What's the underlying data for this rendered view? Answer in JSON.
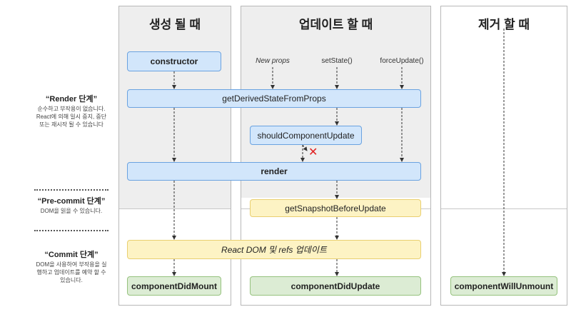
{
  "columns": {
    "mount": "생성 될 때",
    "update": "업데이트 할 때",
    "unmount": "제거 할 때"
  },
  "triggers": {
    "new_props": "New props",
    "set_state": "setState()",
    "force_update": "forceUpdate()"
  },
  "methods": {
    "constructor": "constructor",
    "get_derived": "getDerivedStateFromProps",
    "should_update": "shouldComponentUpdate",
    "render": "render",
    "get_snapshot": "getSnapshotBeforeUpdate",
    "react_dom": "React DOM 및 refs 업데이트",
    "did_mount": "componentDidMount",
    "did_update": "componentDidUpdate",
    "will_unmount": "componentWillUnmount"
  },
  "phases": {
    "render_title": "“Render 단계”",
    "render_desc": "순수하고 부작용이 없습니다. React에 의해 일시 중지, 중단 또는 재시작 될 수 있습니다",
    "precommit_title": "“Pre-commit 단계”",
    "precommit_desc": "DOM을 읽을 수 있습니다.",
    "commit_title": "“Commit 단계”",
    "commit_desc": "DOM을 사용하여 부작용을 실행하고 업데이트를 예약 할 수 있습니다."
  },
  "colors": {
    "render_box": "#d2e6fb",
    "precommit_box": "#fdf3c4",
    "commit_box": "#dcecd4",
    "cancel_mark": "#e02020"
  },
  "icons": {
    "cancel": "red-x-icon"
  }
}
